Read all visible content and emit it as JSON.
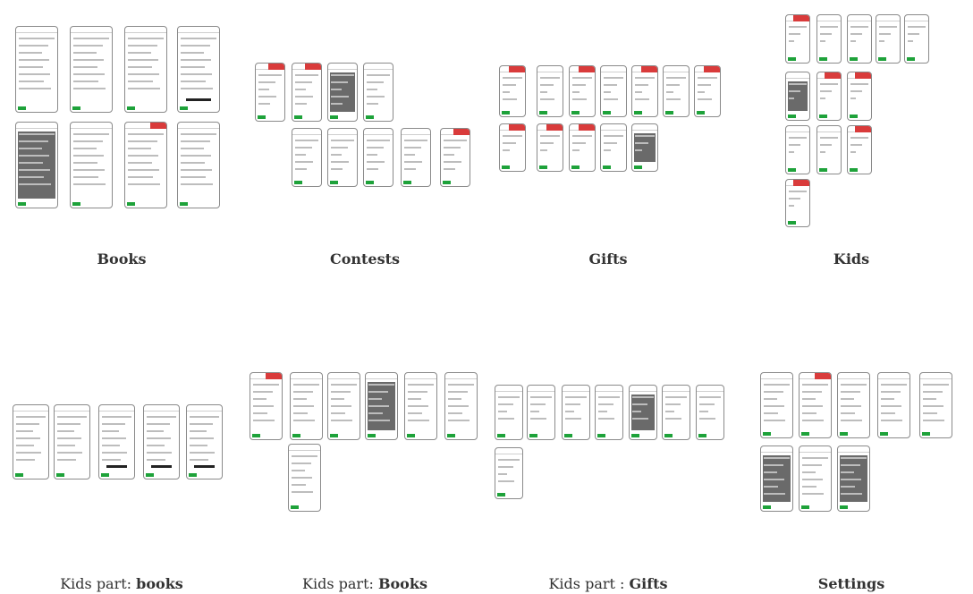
{
  "sections": [
    {
      "id": "books",
      "prefix": "",
      "bold": "Books"
    },
    {
      "id": "contests",
      "prefix": "",
      "bold": "Contests"
    },
    {
      "id": "gifts",
      "prefix": "",
      "bold": "Gifts"
    },
    {
      "id": "kids",
      "prefix": "",
      "bold": "Kids"
    },
    {
      "id": "kids-books-lower",
      "prefix": "Kids part: ",
      "bold": "books"
    },
    {
      "id": "kids-books",
      "prefix": "Kids part: ",
      "bold": "Books"
    },
    {
      "id": "kids-gifts",
      "prefix": "Kids part : ",
      "bold": "Gifts"
    },
    {
      "id": "settings",
      "prefix": "",
      "bold": "Settings"
    }
  ]
}
